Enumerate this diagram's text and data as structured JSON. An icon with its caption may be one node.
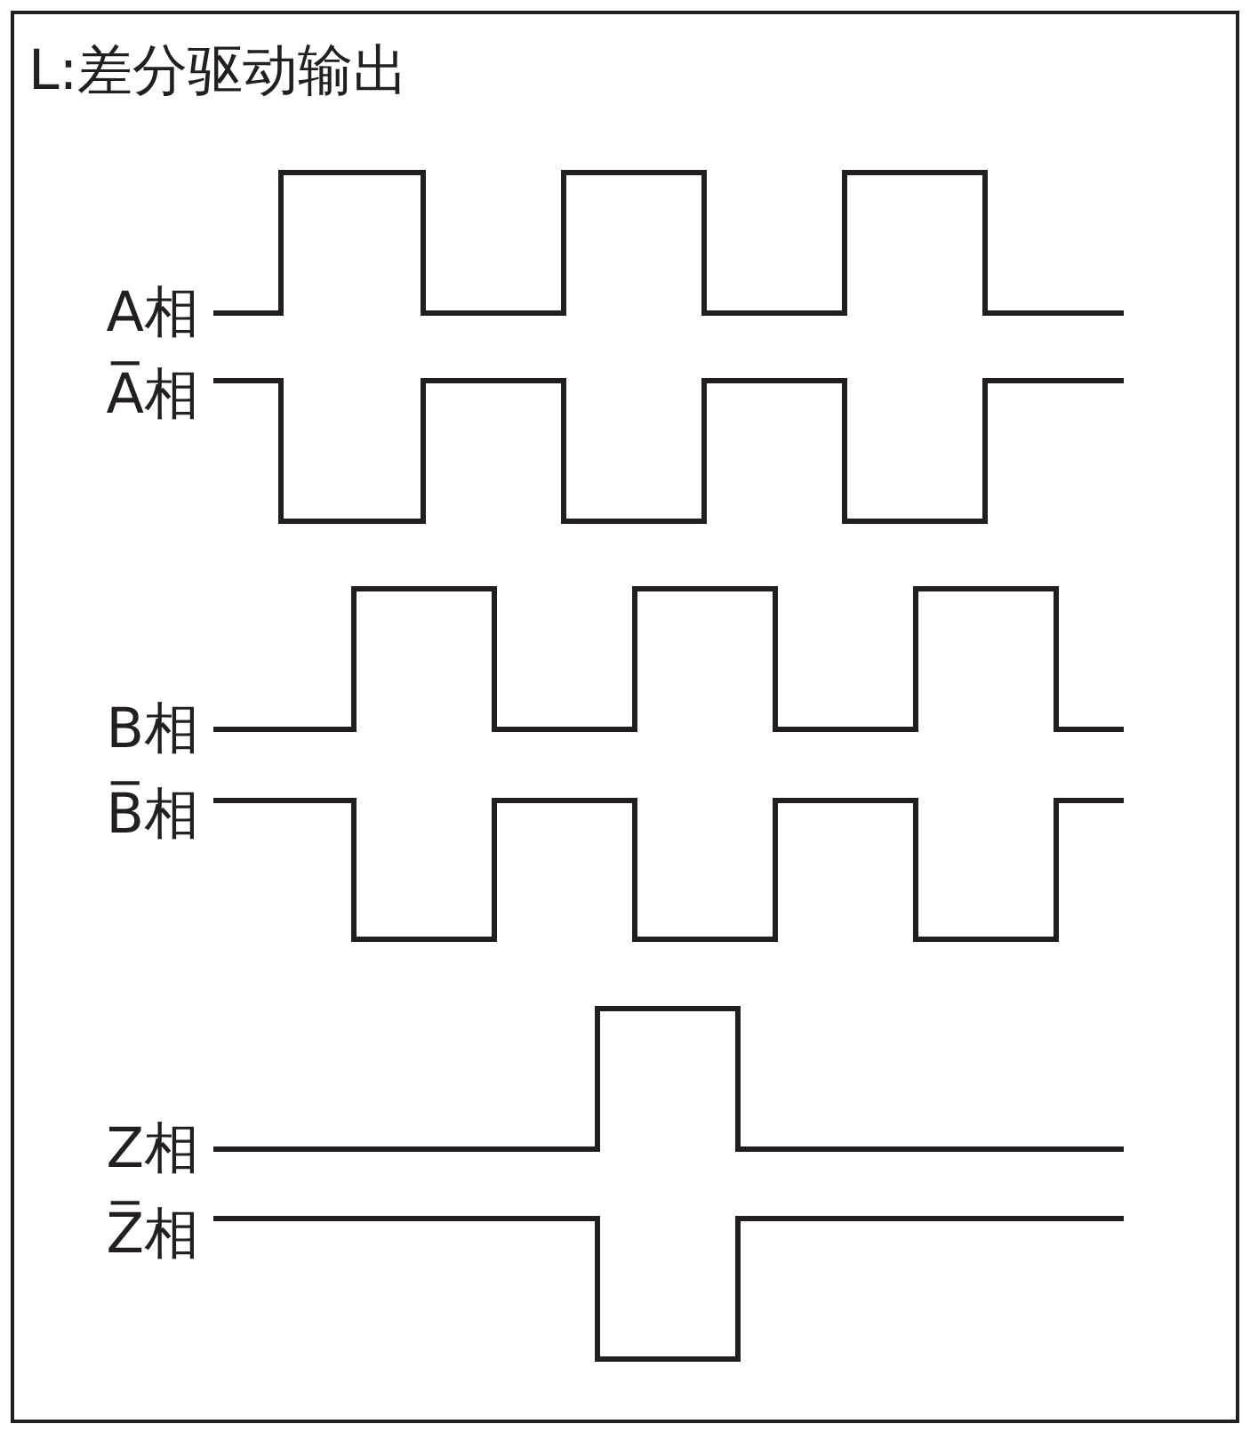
{
  "diagram": {
    "title": "L:差分驱动输出",
    "labels": [
      "A相",
      "A̅相",
      "B相",
      "B̅相",
      "Z相",
      "Z̅相"
    ]
  }
}
